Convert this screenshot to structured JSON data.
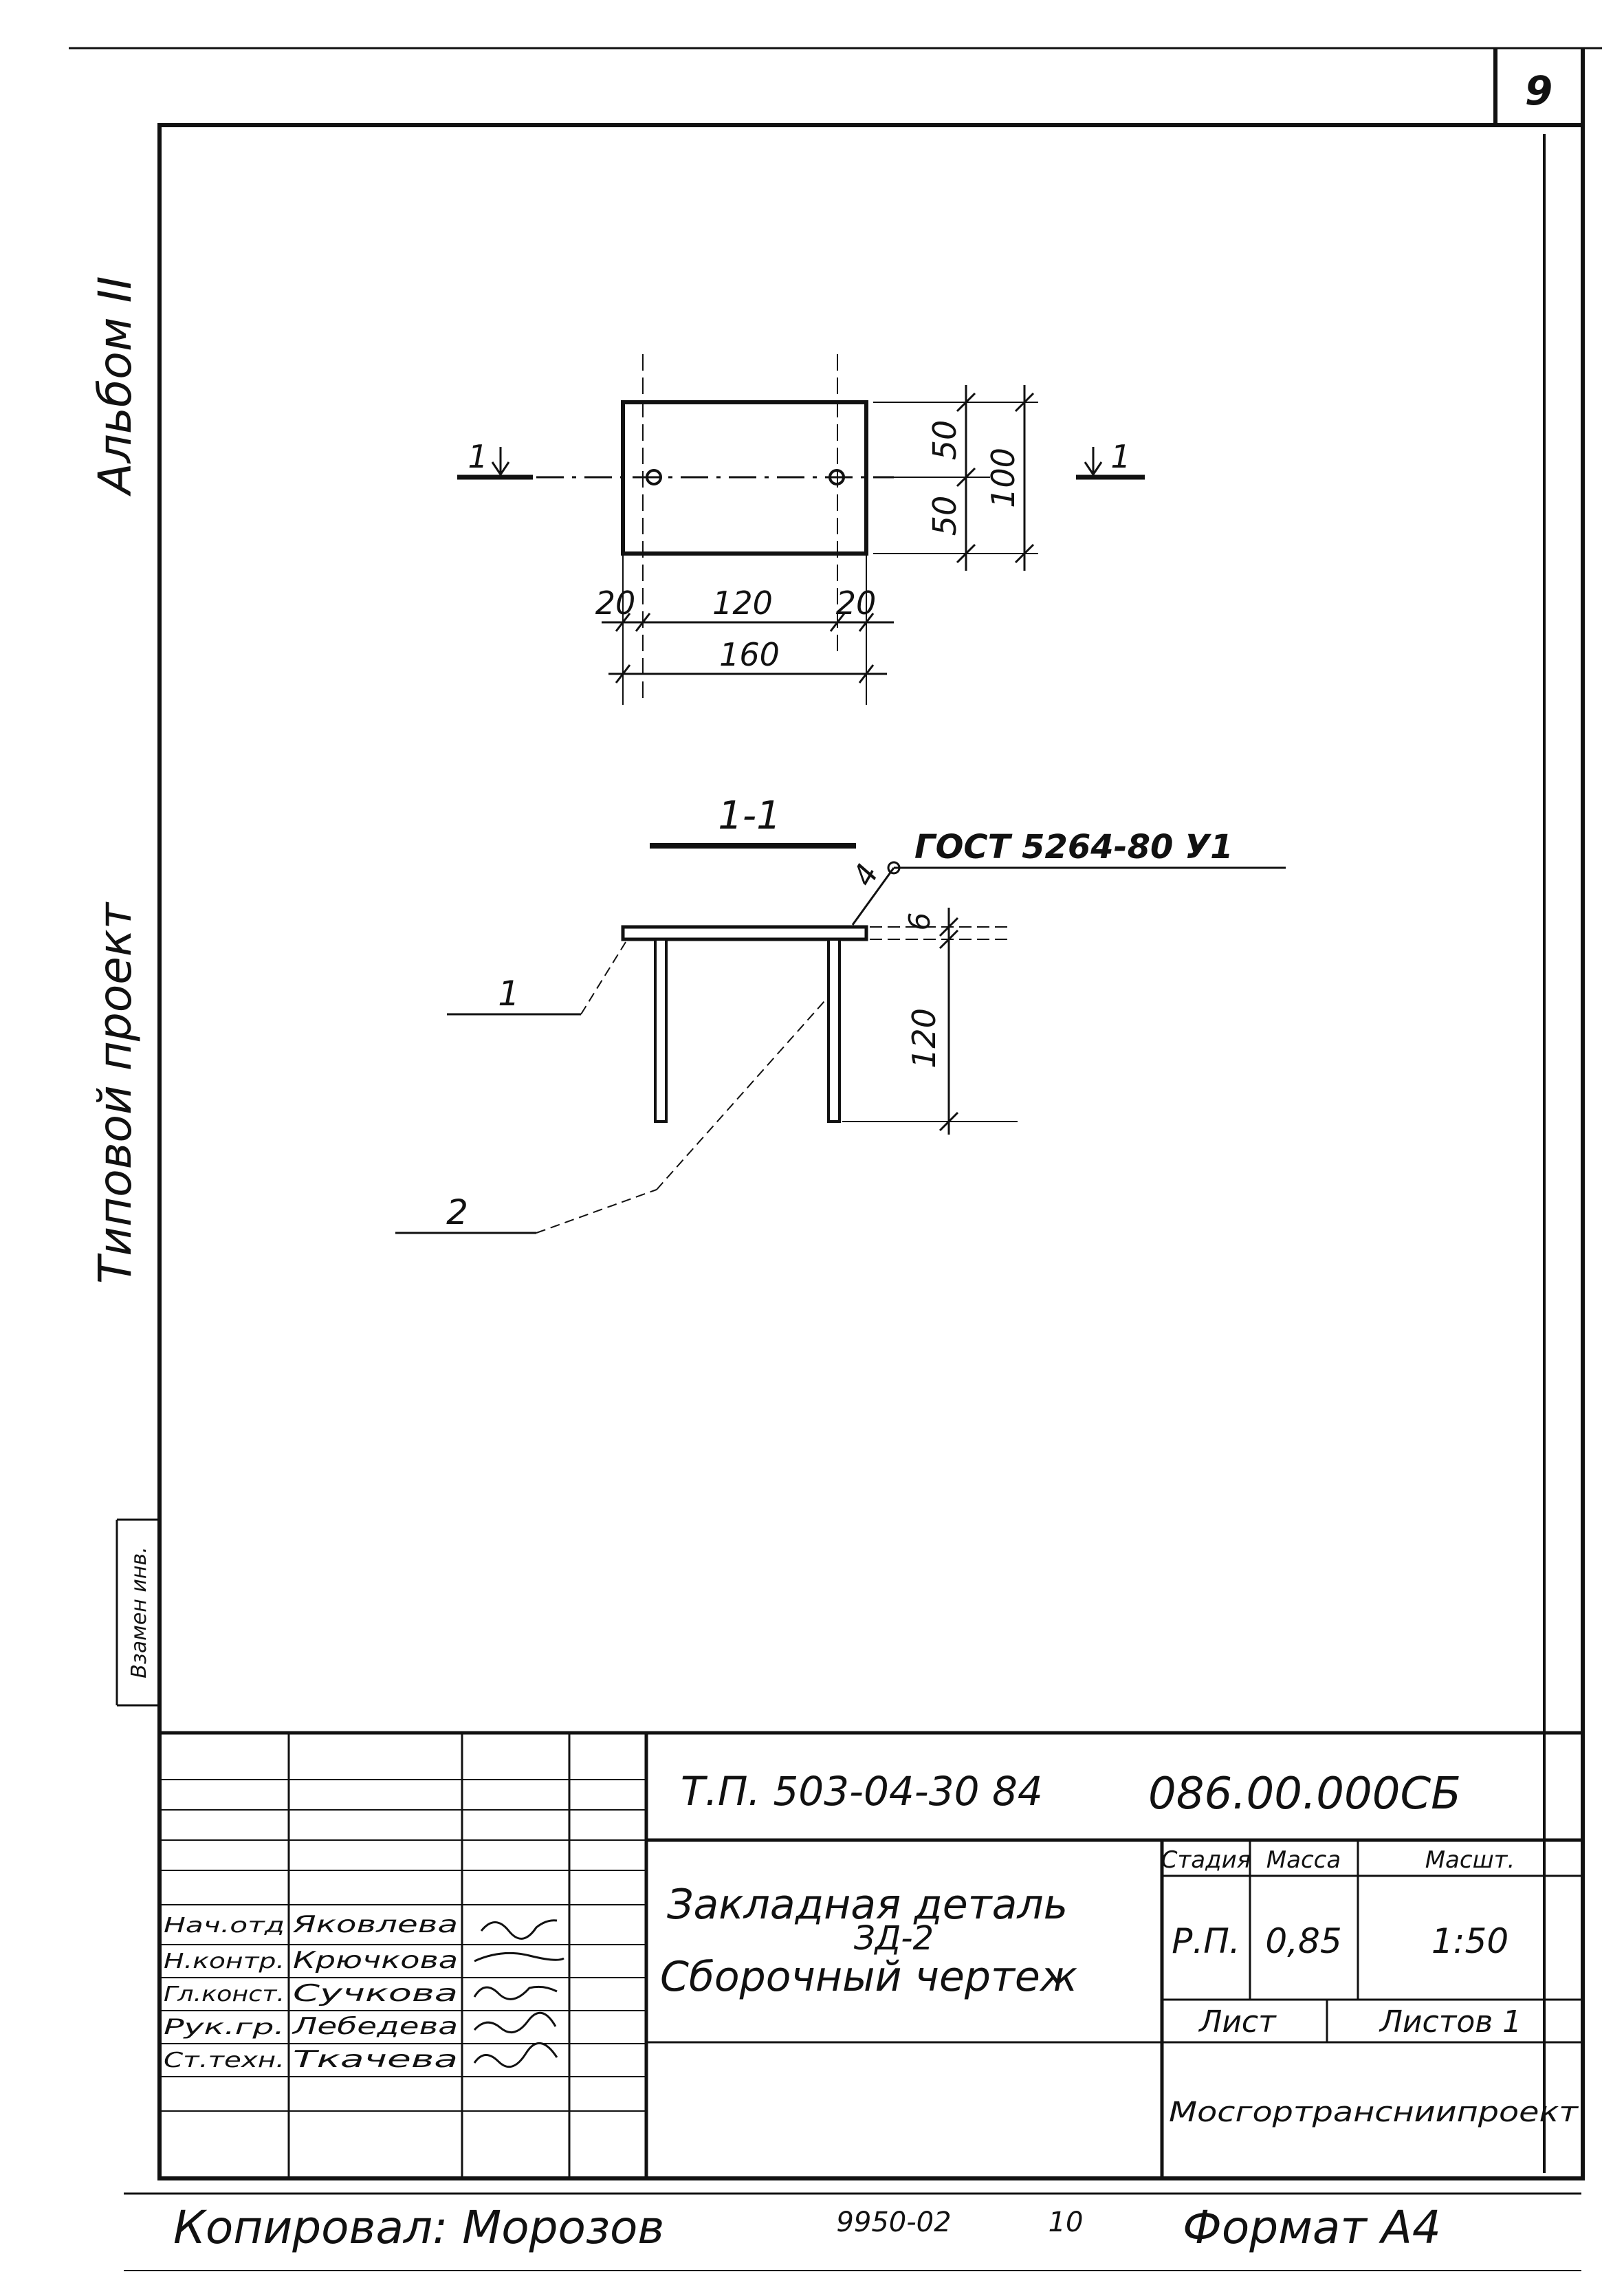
{
  "sheet": {
    "number": "9",
    "margin_album": "Альбом II",
    "margin_project": "Типовой проект",
    "margin_stamp": "Взамен инв.",
    "copied_by": "Копировал: Морозов",
    "order_number": "9950-02",
    "order_sheet": "10",
    "format": "Формат А4"
  },
  "plan_view": {
    "section_mark_left": "1",
    "section_mark_right": "1",
    "dims": {
      "left_margin": "20",
      "hole_spacing": "120",
      "right_margin": "20",
      "overall_width": "160",
      "half_top": "50",
      "half_bottom": "50",
      "overall_height": "100"
    }
  },
  "section_view": {
    "title": "1-1",
    "weld_number": "4",
    "weld_standard": "ГОСТ 5264-80 У1",
    "plate_thickness": "6",
    "anchor_length": "120",
    "callout_1": "1",
    "callout_2": "2"
  },
  "title_block": {
    "doc_code": "Т.П. 503-04-30 84",
    "drawing_number": "086.00.000СБ",
    "title_line1": "Закладная деталь",
    "title_line2": "ЗД-2",
    "title_line3": "Сборочный чертеж",
    "stage_header": "Стадия",
    "mass_header": "Масса",
    "scale_header": "Масшт.",
    "stage": "Р.П.",
    "mass": "0,85",
    "scale": "1:50",
    "sheet_label": "Лист",
    "sheets_label": "Листов 1",
    "organization": "Мосгортрансниипроект",
    "roles": [
      {
        "role": "Нач.отд",
        "name": "Яковлева"
      },
      {
        "role": "Н.контр.",
        "name": "Крючкова"
      },
      {
        "role": "Гл.конст.",
        "name": "Сучкова"
      },
      {
        "role": "Рук.гр.",
        "name": "Лебедева"
      },
      {
        "role": "Ст.техн.",
        "name": "Ткачева"
      }
    ]
  }
}
